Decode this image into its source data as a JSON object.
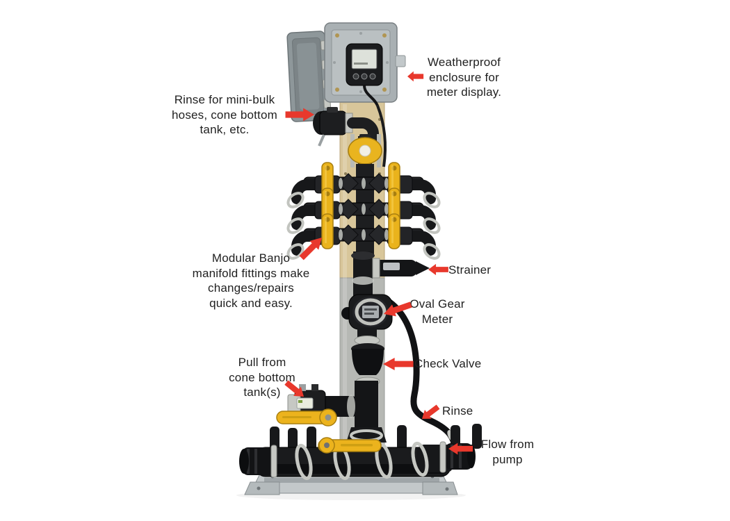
{
  "page": {
    "background": "#ffffff"
  },
  "colors": {
    "arrow_red": "#e8382c",
    "label_text": "#1f1f1f",
    "banjo_yellow": "#ecb31d",
    "stand_tan": "#d8c69a",
    "enclosure_gray": "#a9b0b3",
    "pipe_black": "#1a1b1d",
    "metal_silver": "#c6c8c3",
    "base_gray": "#c3c8ca"
  },
  "annotations": [
    {
      "id": "weatherproof-enclosure",
      "text": "Weatherproof\nenclosure for\nmeter display.",
      "arrow_direction": "left"
    },
    {
      "id": "rinse-mini-bulk",
      "text": "Rinse for mini-bulk\nhoses, cone bottom\ntank, etc.",
      "arrow_direction": "right"
    },
    {
      "id": "modular-banjo",
      "text": "Modular Banjo\nmanifold fittings make\nchanges/repairs\nquick and easy.",
      "arrow_direction": "up-right"
    },
    {
      "id": "strainer",
      "text": "Strainer",
      "arrow_direction": "left"
    },
    {
      "id": "oval-gear-meter",
      "text": "Oval Gear\nMeter",
      "arrow_direction": "down-left"
    },
    {
      "id": "check-valve",
      "text": "Check Valve",
      "arrow_direction": "left"
    },
    {
      "id": "pull-from-cone-bottom",
      "text": "Pull from\ncone bottom\ntank(s)",
      "arrow_direction": "down-right"
    },
    {
      "id": "rinse",
      "text": "Rinse",
      "arrow_direction": "down-left"
    },
    {
      "id": "flow-from-pump",
      "text": "Flow from\npump",
      "arrow_direction": "left"
    }
  ],
  "equipment": {
    "parts": [
      "enclosure-door",
      "weatherproof-enclosure",
      "meter-display",
      "mounting-stand",
      "rinse-valve",
      "banjo-flange",
      "modular-manifold",
      "strainer-assembly",
      "oval-gear-meter",
      "check-valve",
      "pull-valve",
      "rinse-hose",
      "bottom-manifold",
      "base-plate"
    ]
  }
}
